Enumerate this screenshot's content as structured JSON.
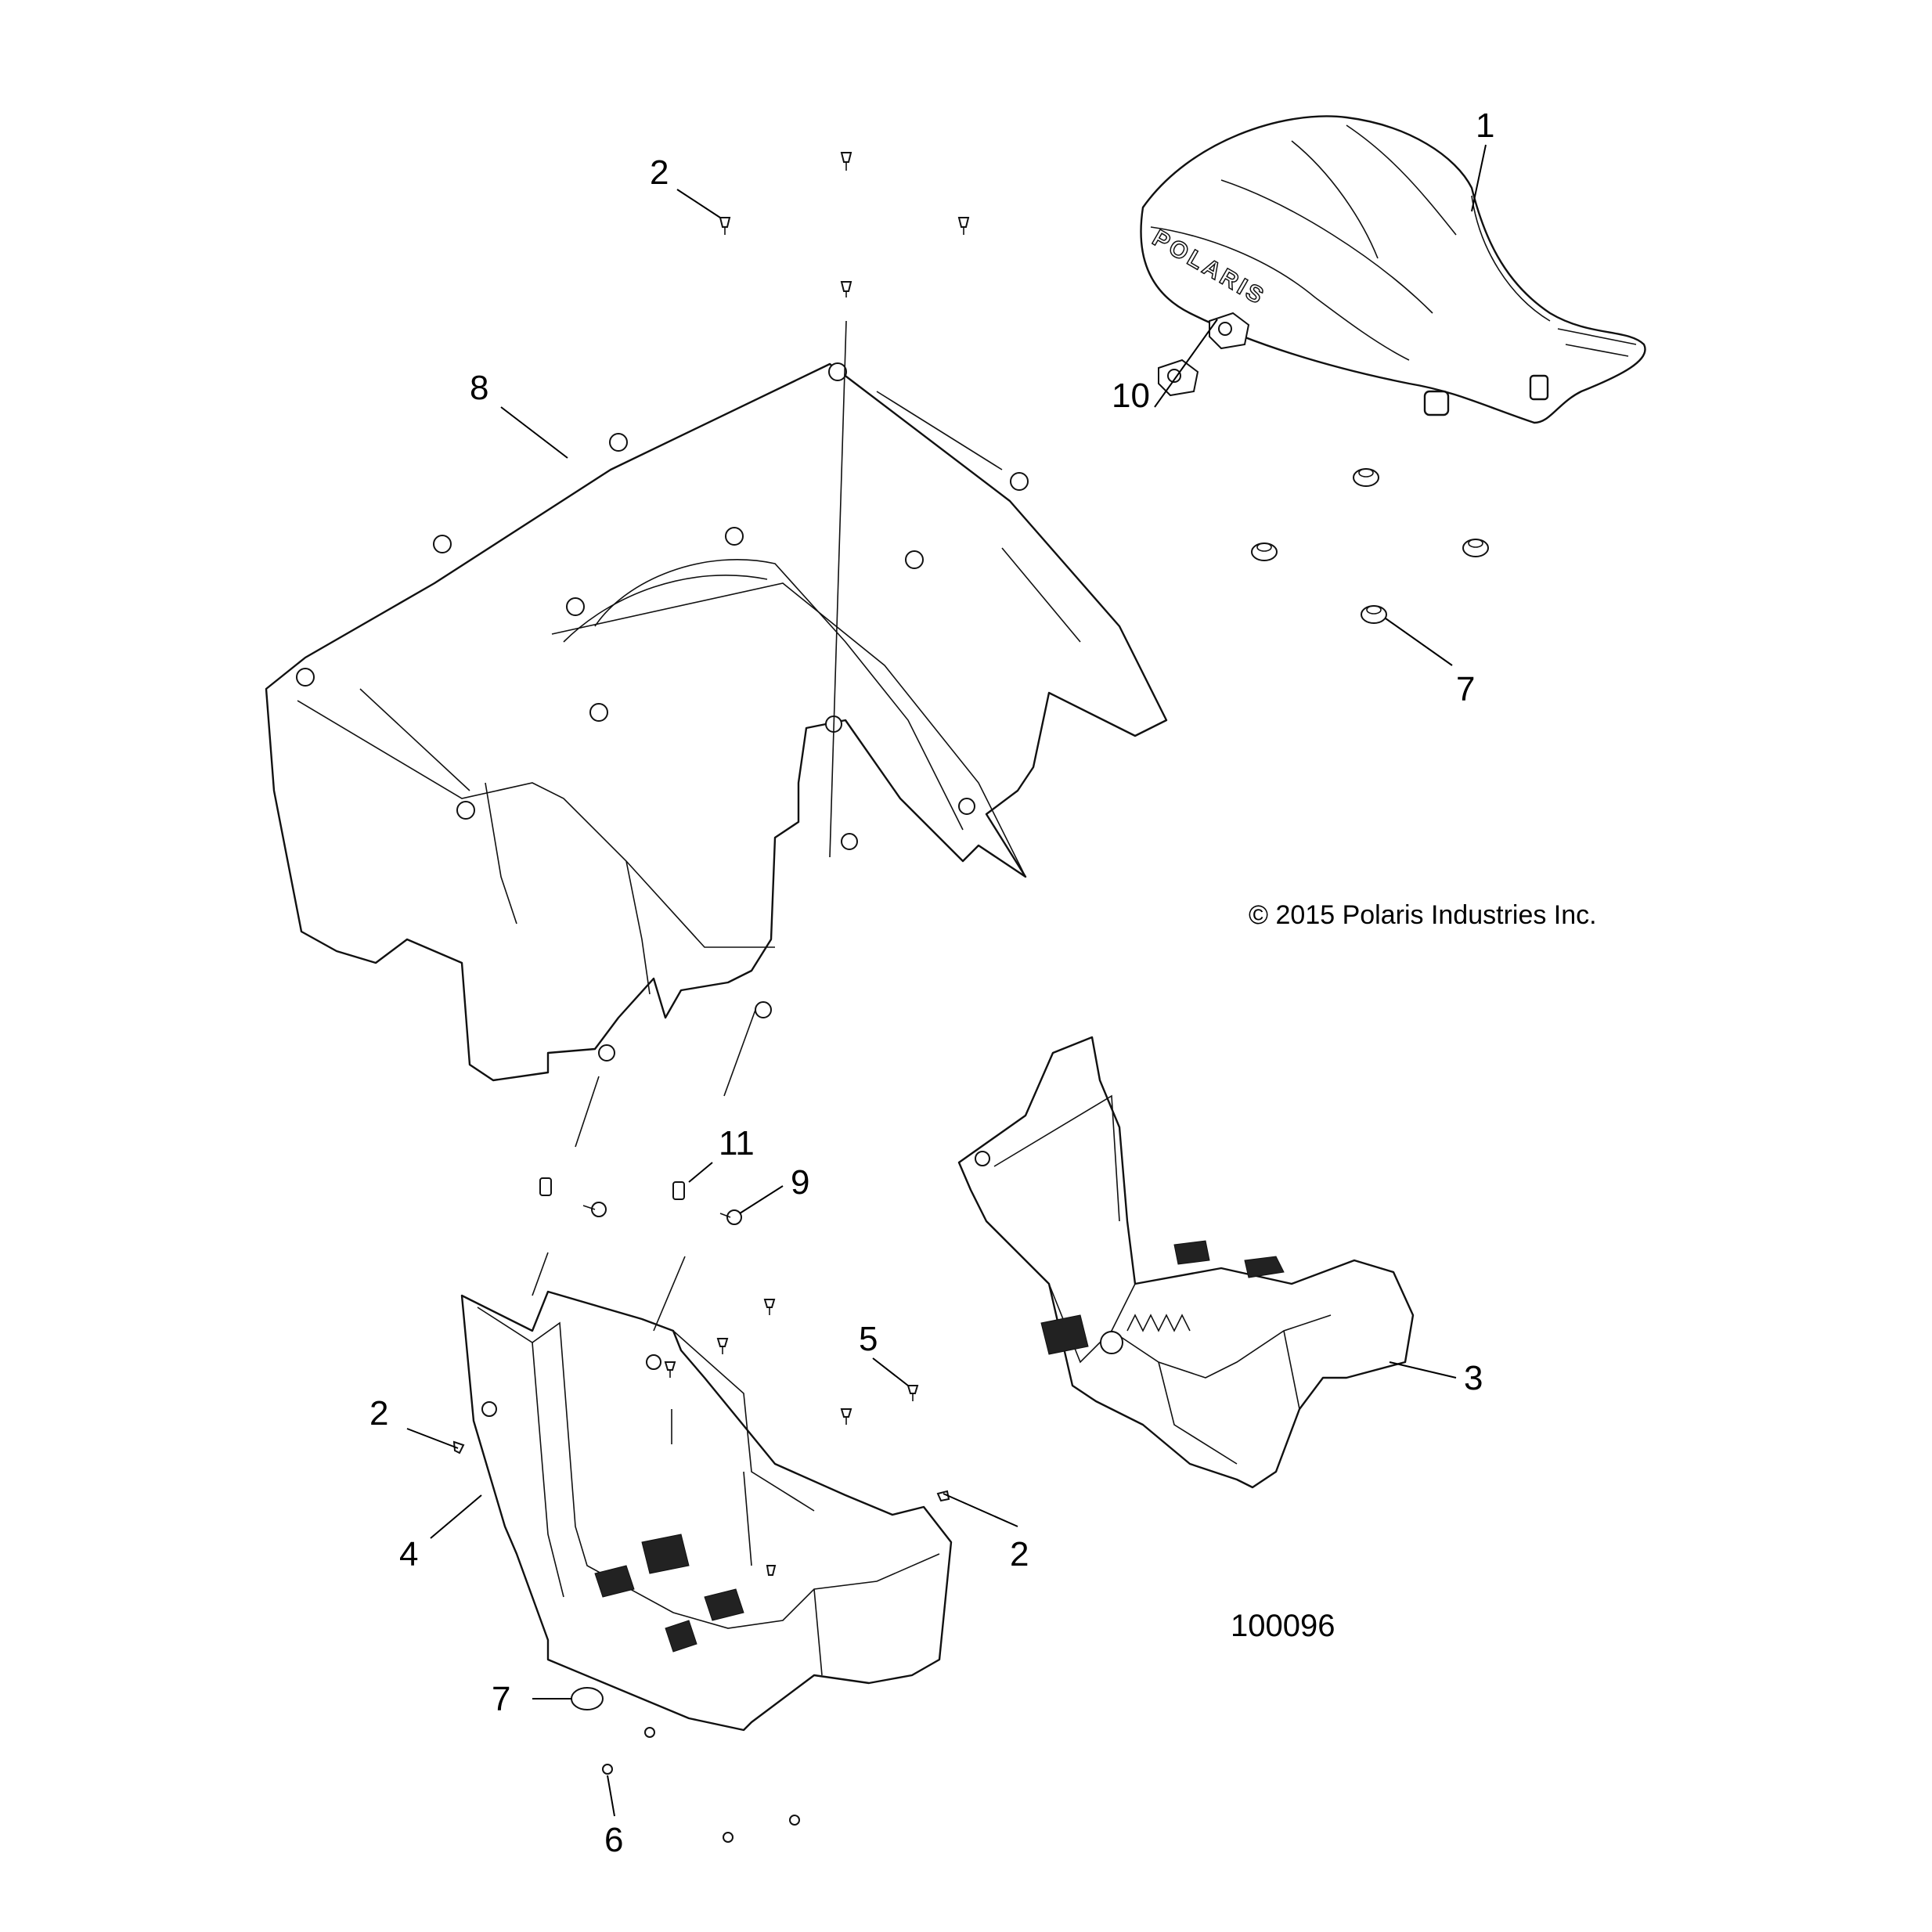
{
  "diagram": {
    "copyright": "© 2015 Polaris Industries Inc.",
    "figure_number": "100096",
    "logo_text": "POLARIS",
    "callouts": [
      {
        "id": "c1",
        "label": "1"
      },
      {
        "id": "c2a",
        "label": "2"
      },
      {
        "id": "c8",
        "label": "8"
      },
      {
        "id": "c10",
        "label": "10"
      },
      {
        "id": "c7a",
        "label": "7"
      },
      {
        "id": "c11",
        "label": "11"
      },
      {
        "id": "c9",
        "label": "9"
      },
      {
        "id": "c5",
        "label": "5"
      },
      {
        "id": "c3",
        "label": "3"
      },
      {
        "id": "c2b",
        "label": "2"
      },
      {
        "id": "c4",
        "label": "4"
      },
      {
        "id": "c2c",
        "label": "2"
      },
      {
        "id": "c7b",
        "label": "7"
      },
      {
        "id": "c6",
        "label": "6"
      }
    ]
  }
}
